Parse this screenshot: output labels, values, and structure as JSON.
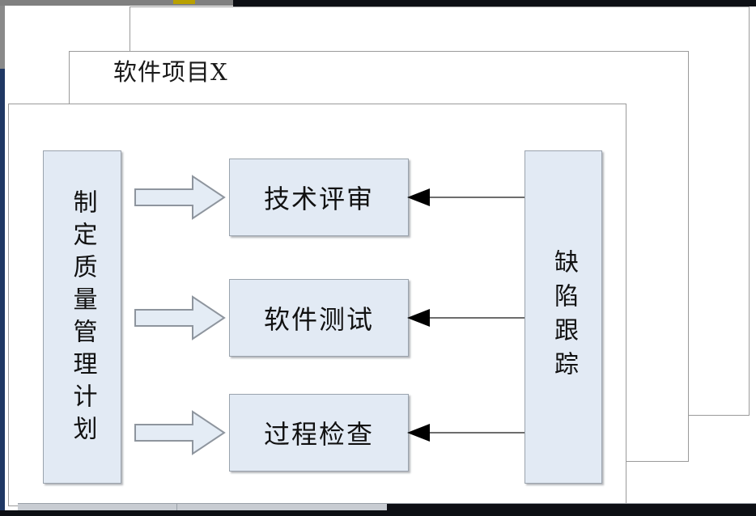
{
  "diagram": {
    "title": "软件项目X",
    "input_node": {
      "label": "制定质量管理计划",
      "name": "quality-management-plan"
    },
    "process_nodes": [
      {
        "label": "技术评审",
        "name": "technical-review"
      },
      {
        "label": "软件测试",
        "name": "software-testing"
      },
      {
        "label": "过程检查",
        "name": "process-inspection"
      }
    ],
    "feedback_node": {
      "label": "缺陷跟踪",
      "name": "defect-tracking"
    },
    "connectors": {
      "block_arrow_name": "block-arrow-right",
      "feedback_arrow_name": "feedback-arrow-left",
      "count": 3
    },
    "colors": {
      "node_fill": "#e2eaf4",
      "node_stroke": "#9aa3ad",
      "panel_stroke": "#9a9a9a",
      "arrow_black": "#000000",
      "accent_blue": "#1f3864"
    }
  }
}
